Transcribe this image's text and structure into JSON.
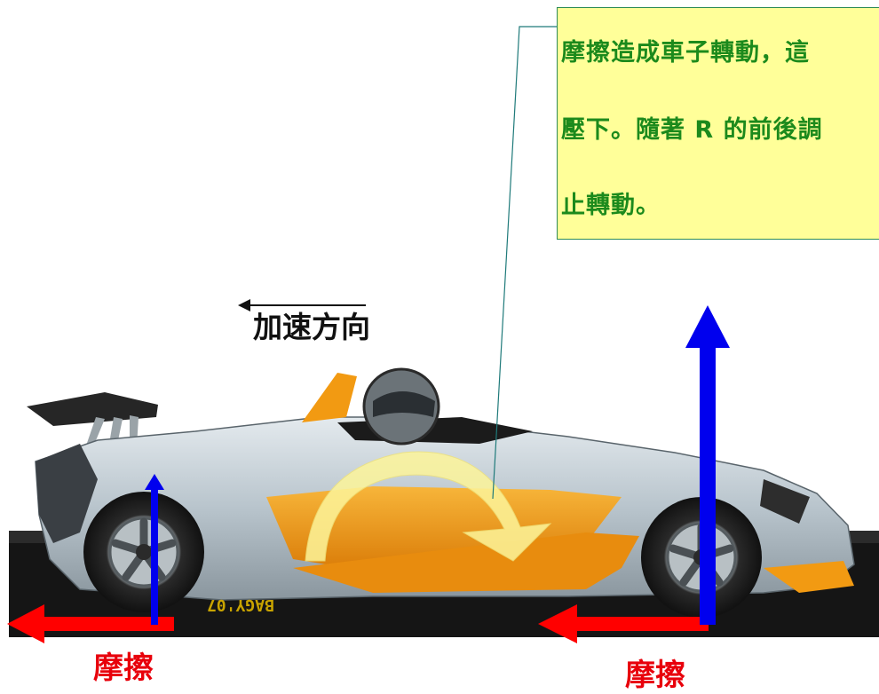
{
  "callout": {
    "line1": "摩擦造成車子轉動，這",
    "line2": "壓下。隨著 R 的前後調",
    "line3": "止轉動。"
  },
  "labels": {
    "acceleration_direction": "加速方向",
    "friction_left": "摩擦",
    "friction_right": "摩擦"
  },
  "signature": "BAGY'07",
  "colors": {
    "friction_arrow": "#ff0000",
    "normal_force_arrow": "#0000ee",
    "rotation_arrow": "#fdf59a",
    "callout_bg": "#ffff99",
    "callout_text": "#1c8a1c",
    "car_orange": "#f29a12",
    "car_silver": "#c8d2d8"
  }
}
